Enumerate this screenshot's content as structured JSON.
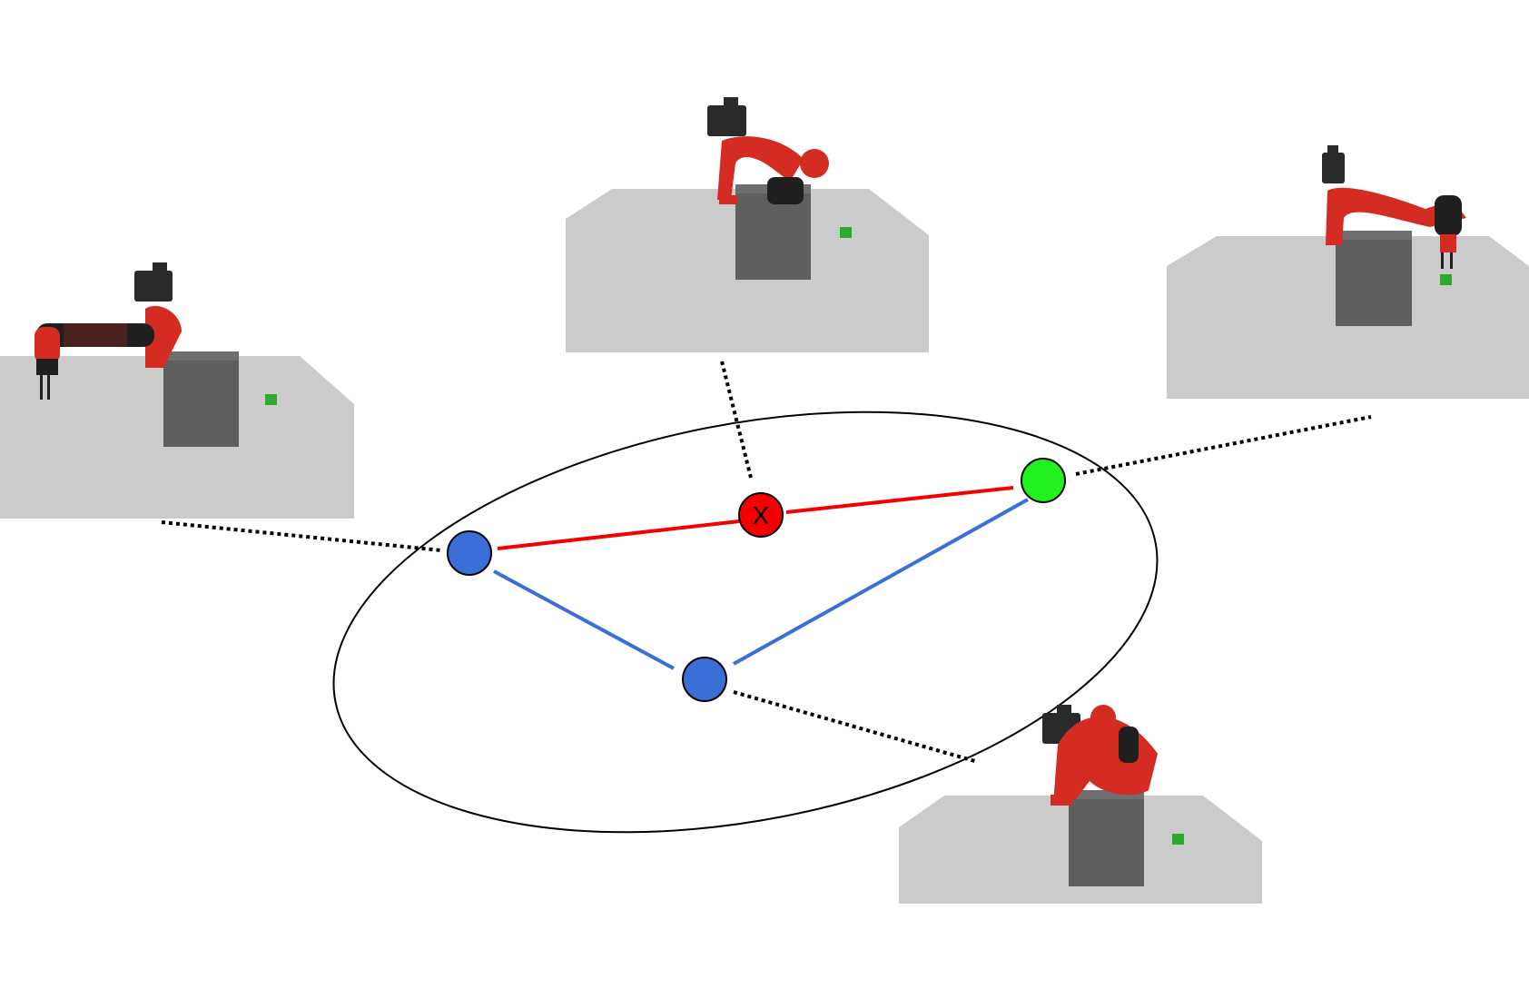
{
  "colors": {
    "background": "#ffffff",
    "table_top": "#c8c8c8",
    "table_front": "#cbcbcb",
    "block": "#5f5f5f",
    "block_top": "#737373",
    "cube": "#2ea82e",
    "robot_red": "#d42b22",
    "robot_dark": "#1f1f1f",
    "robot_screen": "#2a2a2a",
    "valid_state": "#3a6fd8",
    "goal_state": "#1ff21f",
    "invalid_state": "#f40000",
    "valid_edge": "#3a6fd8",
    "invalid_edge": "#f40000",
    "connector": "#000000",
    "boundary": "#000000"
  },
  "icons": {
    "scene": "robot-arm-scene-icon",
    "node": "circle-node-icon"
  },
  "diagram": {
    "scenes": [
      {
        "id": "scene-left",
        "pose": "arm-extended-left"
      },
      {
        "id": "scene-top",
        "pose": "arm-folded-up"
      },
      {
        "id": "scene-right",
        "pose": "arm-reaching-cube"
      },
      {
        "id": "scene-bottom",
        "pose": "arm-folded-down"
      }
    ],
    "nodes": [
      {
        "id": "start",
        "kind": "valid",
        "label": ""
      },
      {
        "id": "invalid",
        "kind": "invalid",
        "label": "X"
      },
      {
        "id": "goal",
        "kind": "goal",
        "label": ""
      },
      {
        "id": "intermediate",
        "kind": "valid",
        "label": ""
      }
    ],
    "edges": [
      {
        "from": "start",
        "to": "invalid",
        "kind": "invalid"
      },
      {
        "from": "invalid",
        "to": "goal",
        "kind": "invalid"
      },
      {
        "from": "start",
        "to": "intermediate",
        "kind": "valid"
      },
      {
        "from": "intermediate",
        "to": "goal",
        "kind": "valid"
      }
    ],
    "connectors": [
      {
        "node": "start",
        "scene": "scene-left"
      },
      {
        "node": "invalid",
        "scene": "scene-top"
      },
      {
        "node": "goal",
        "scene": "scene-right"
      },
      {
        "node": "intermediate",
        "scene": "scene-bottom"
      }
    ]
  }
}
